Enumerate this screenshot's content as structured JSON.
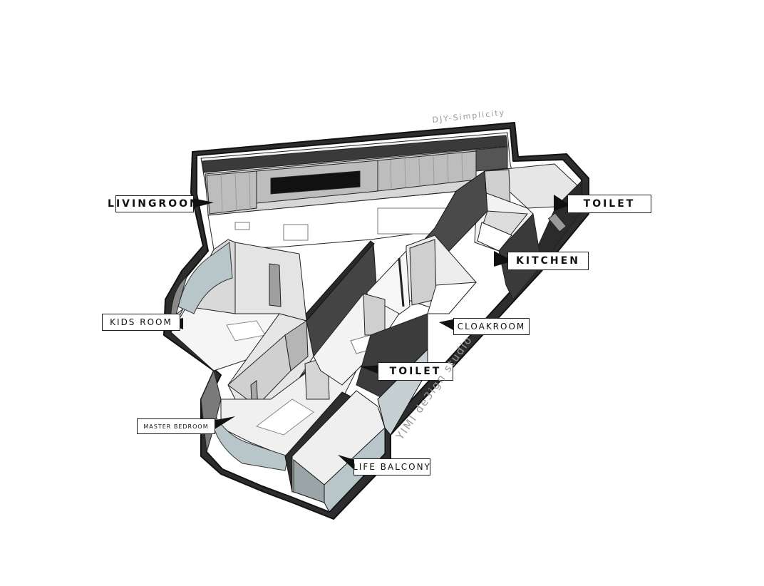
{
  "labels": {
    "livingroom": "LIVINGROOM",
    "toilet_top": "TOILET",
    "kitchen": "KITCHEN",
    "kids_room": "KIDS ROOM",
    "cloakroom": "CLOAKROOM",
    "toilet_mid": "TOILET",
    "master_bedroom": "MASTER BEDROOM",
    "life_balcony": "LIFE BALCONY"
  },
  "watermarks": {
    "top": "DJY-Simplicity",
    "side": "YIMI de3ign studio"
  },
  "colors": {
    "wall_dark": "#2a2a2a",
    "wall_mid": "#6e6e6e",
    "floor_light": "#f2f2f2",
    "cabinet": "#cfcfcf",
    "glass": "#b9c6c9"
  }
}
